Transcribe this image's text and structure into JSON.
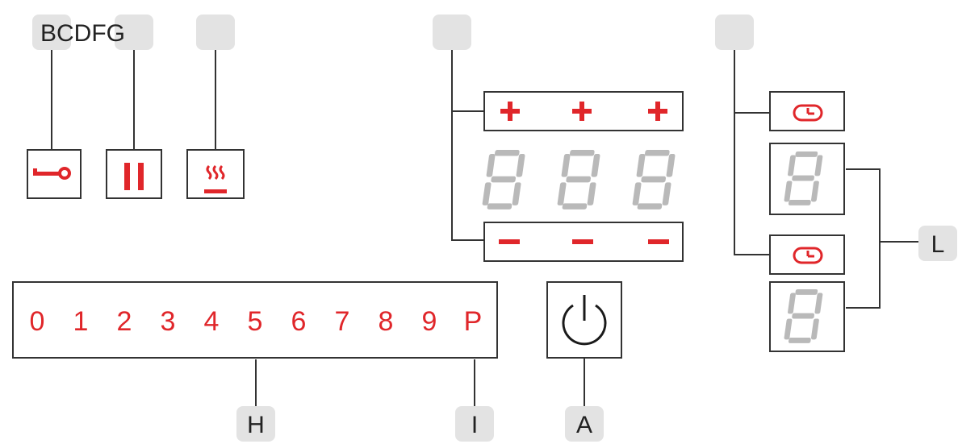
{
  "callouts": {
    "bcdfg": "BCDFG",
    "h": "H",
    "i": "I",
    "a": "A",
    "l": "L"
  },
  "level_keys": [
    "0",
    "1",
    "2",
    "3",
    "4",
    "5",
    "6",
    "7",
    "8",
    "9",
    "P"
  ],
  "plus_symbols": [
    "+",
    "+",
    "+"
  ],
  "icons": {
    "lock": "key-icon",
    "pause": "pause-icon",
    "keep_warm": "steam-icon",
    "power": "power-icon",
    "timer": "clock-icon"
  },
  "colors": {
    "accent": "#e0262a",
    "segment_off": "#b9b9b9",
    "callout_bg": "#e3e3e3",
    "outline": "#333333"
  }
}
